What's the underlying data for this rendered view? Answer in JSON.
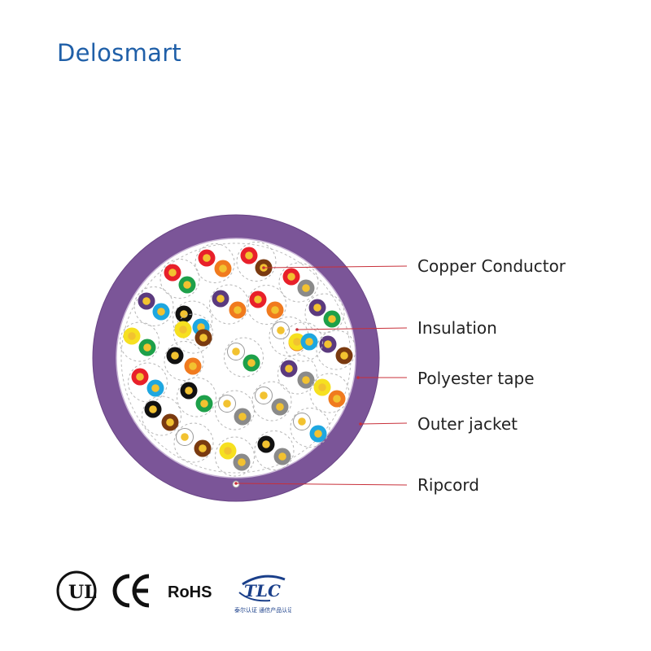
{
  "brand": {
    "name": "Delosmart",
    "color": "#1f5fa8"
  },
  "diagram": {
    "jacket_color": "#7b5598",
    "jacket_edge_color": "#6a4586",
    "callout_line_color": "#c8303a",
    "labels": [
      {
        "text": "Copper Conductor"
      },
      {
        "text": "Insulation"
      },
      {
        "text": "Polyester tape"
      },
      {
        "text": "Outer jacket"
      },
      {
        "text": "Ripcord"
      }
    ],
    "pairs": [
      [
        "red",
        "orange"
      ],
      [
        "red",
        "brown"
      ],
      [
        "red",
        "green"
      ],
      [
        "red",
        "grey"
      ],
      [
        "violet",
        "orange"
      ],
      [
        "red",
        "orange"
      ],
      [
        "violet",
        "green"
      ],
      [
        "violet",
        "blue"
      ],
      [
        "black",
        "blue"
      ],
      [
        "white",
        "orange"
      ],
      [
        "violet",
        "brown"
      ],
      [
        "yellow",
        "green"
      ],
      [
        "black",
        "orange"
      ],
      [
        "white",
        "green"
      ],
      [
        "violet",
        "grey"
      ],
      [
        "red",
        "blue"
      ],
      [
        "black",
        "green"
      ],
      [
        "white",
        "grey"
      ],
      [
        "yellow",
        "orange"
      ],
      [
        "white",
        "grey"
      ],
      [
        "black",
        "brown"
      ],
      [
        "white",
        "blue"
      ],
      [
        "white",
        "brown"
      ],
      [
        "yellow",
        "grey"
      ],
      [
        "black",
        "grey"
      ],
      [
        "yellow",
        "brown"
      ],
      [
        "yellow",
        "blue"
      ]
    ]
  },
  "certifications": [
    {
      "name": "UL",
      "icon": "ul-mark-icon"
    },
    {
      "name": "CE",
      "icon": "ce-mark-icon"
    },
    {
      "name": "RoHS",
      "icon": "rohs-mark-icon"
    },
    {
      "name": "TLC",
      "icon": "tlc-mark-icon",
      "caption": "泰尔认证 通信产品认证"
    }
  ]
}
